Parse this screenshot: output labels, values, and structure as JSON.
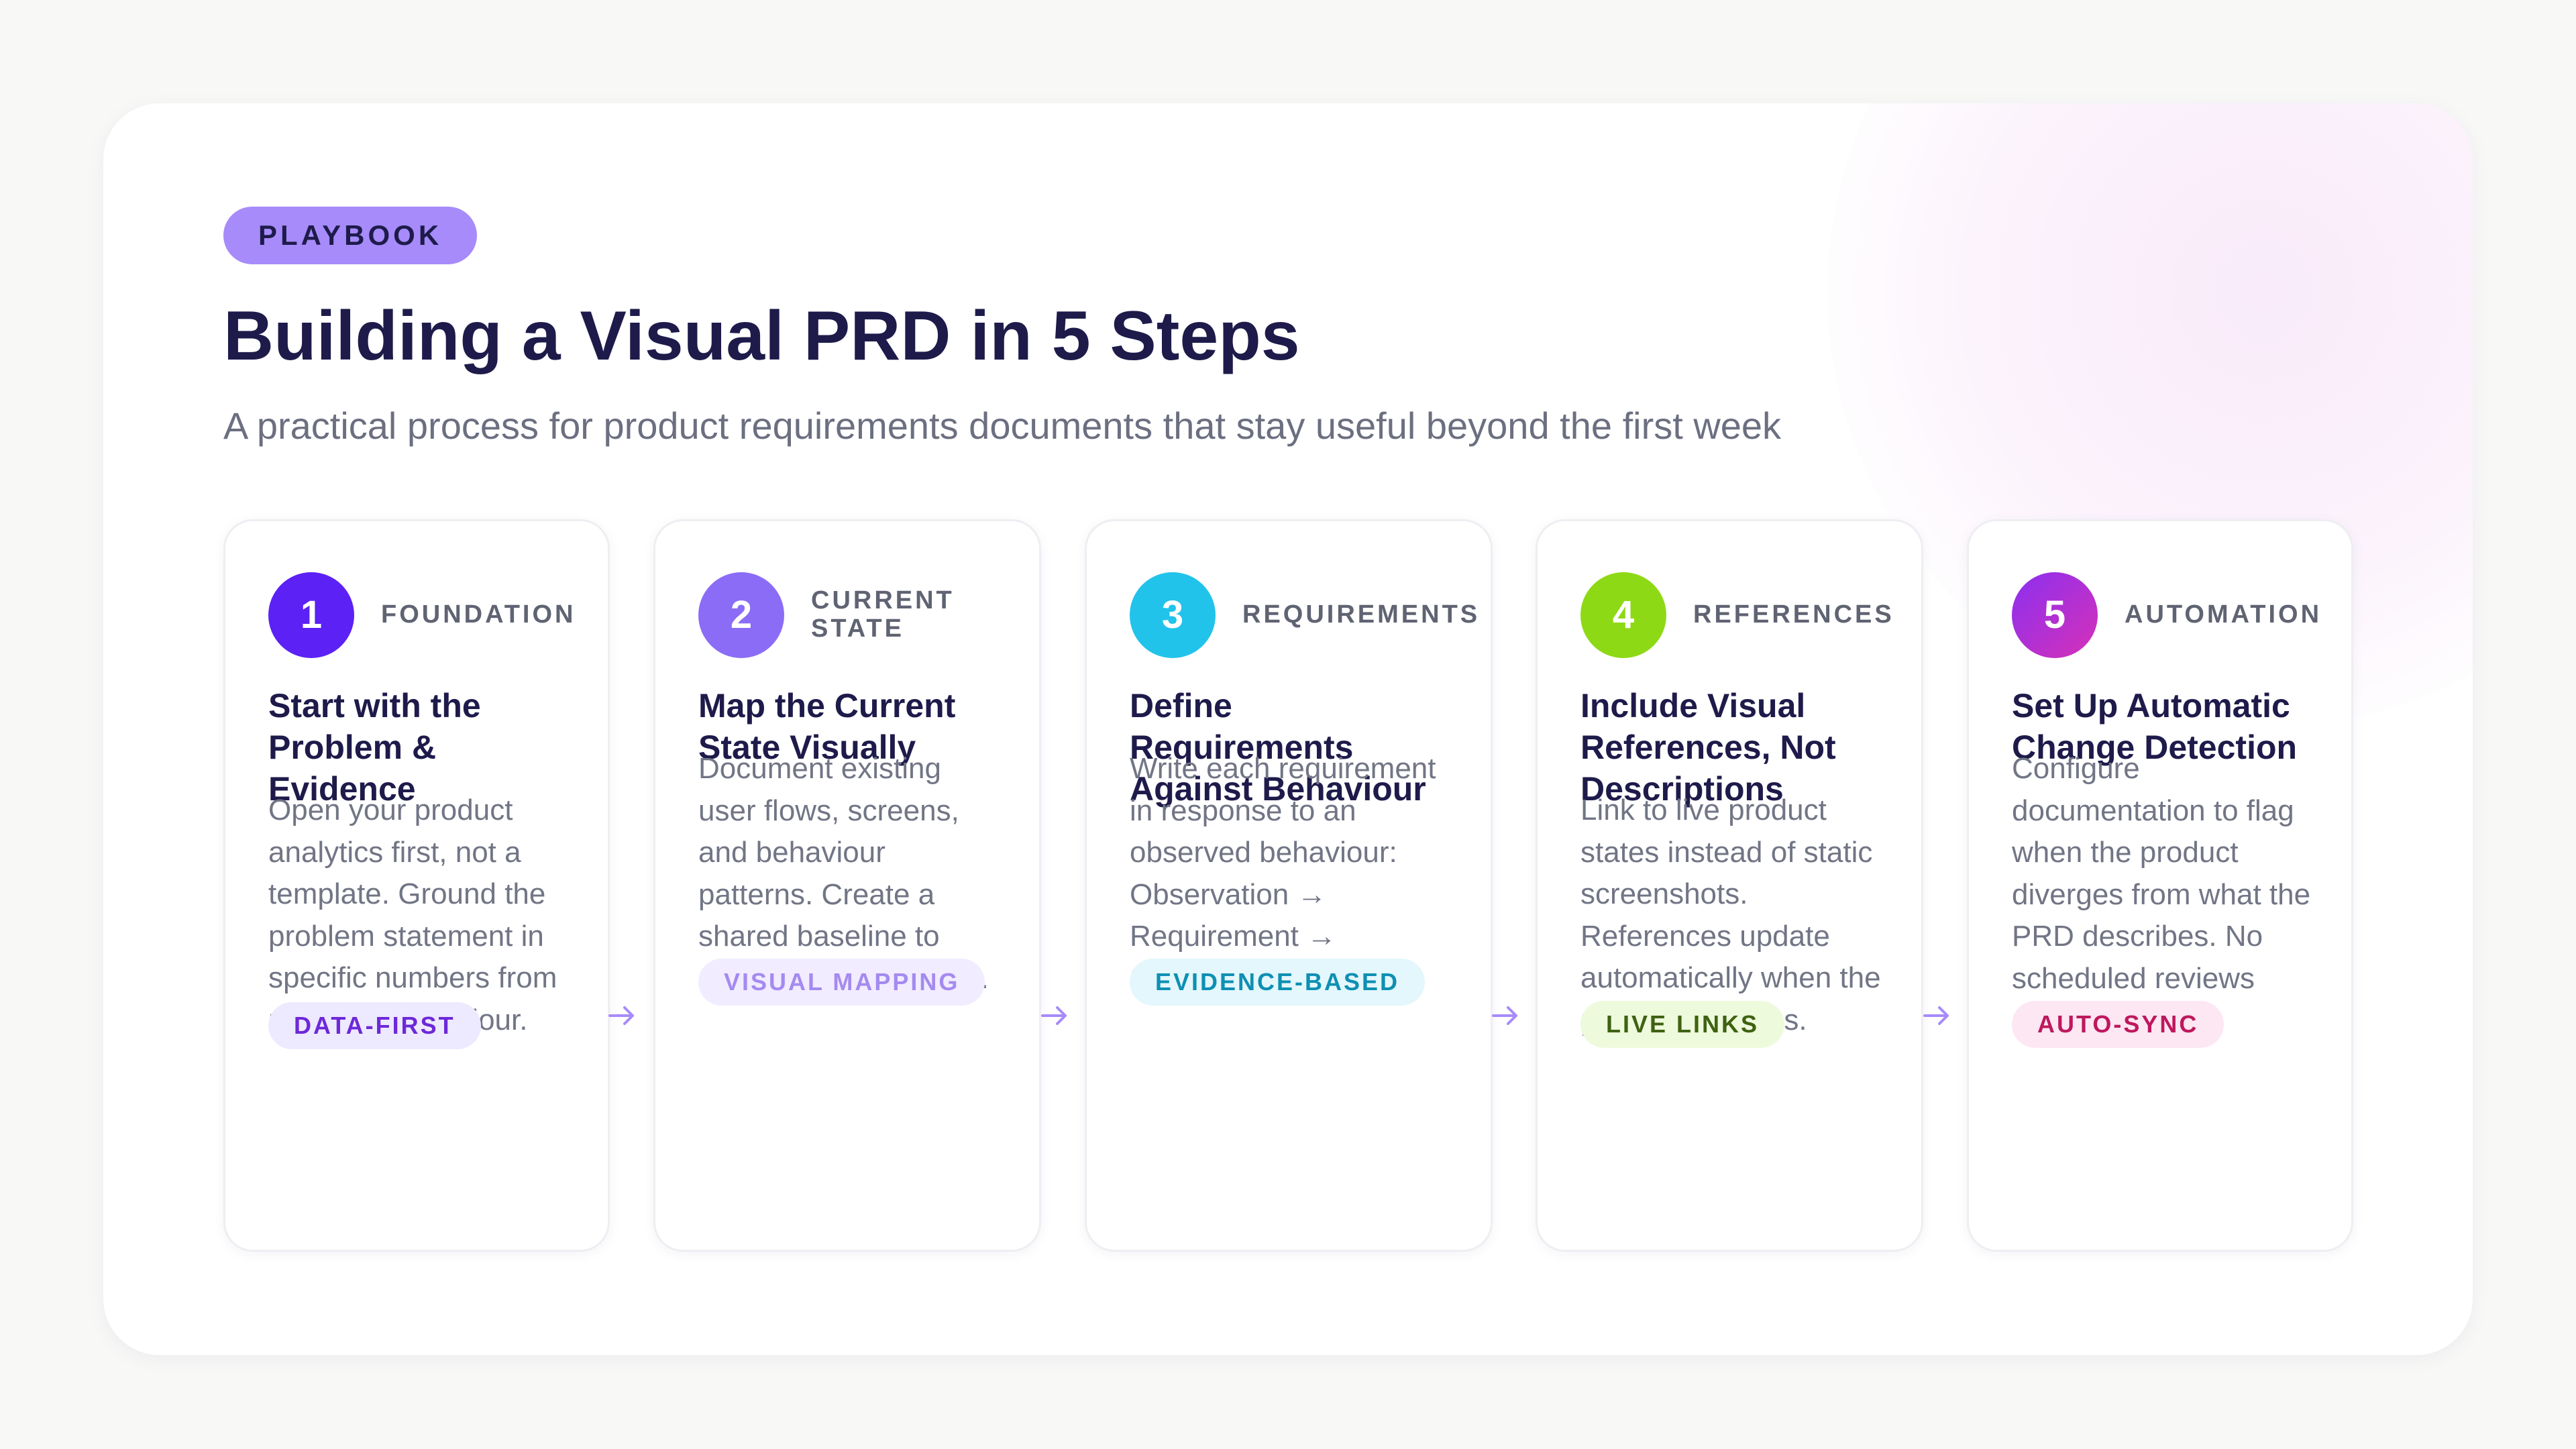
{
  "badge": "PLAYBOOK",
  "title": "Building a Visual PRD in 5 Steps",
  "subtitle": "A practical process for product requirements documents that stay useful beyond the first week",
  "colors": {
    "title": "#1e1b4b",
    "badge_bg": "#a78bfa",
    "arrow": "#a78bfa"
  },
  "steps": [
    {
      "number": "1",
      "label": "FOUNDATION",
      "title": "Start with the Problem & Evidence",
      "description": "Open your product analytics first, not a template. Ground the problem statement in specific numbers from real user behaviour.",
      "tag": "DATA-FIRST",
      "color": "#5b21f5",
      "tag_bg": "#ede9fe",
      "tag_color": "#6d28d9"
    },
    {
      "number": "2",
      "label": "CURRENT STATE",
      "title": "Map the Current State Visually",
      "description": "Document existing user flows, screens, and behaviour patterns. Create a shared baseline to measure against later.",
      "tag": "VISUAL MAPPING",
      "color": "#8b6cf6",
      "tag_bg": "#f1ecff",
      "tag_color": "#a58af0"
    },
    {
      "number": "3",
      "label": "REQUIREMENTS",
      "title": "Define Requirements Against Behaviour",
      "description": "Write each requirement in response to an observed behaviour: Observation → Requirement → Success Metric.",
      "tag": "EVIDENCE-BASED",
      "color": "#22c3ea",
      "tag_bg": "#e3f7fc",
      "tag_color": "#0e8fb3"
    },
    {
      "number": "4",
      "label": "REFERENCES",
      "title": "Include Visual References, Not Descriptions",
      "description": "Link to live product states instead of static screenshots. References update automatically when the product changes.",
      "tag": "LIVE LINKS",
      "color": "#8ed916",
      "tag_bg": "#eefadc",
      "tag_color": "#3f6212"
    },
    {
      "number": "5",
      "label": "AUTOMATION",
      "title": "Set Up Automatic Change Detection",
      "description": "Configure documentation to flag when the product diverges from what the PRD describes. No scheduled reviews needed.",
      "tag": "AUTO-SYNC",
      "color": "#b62fd6",
      "tag_bg": "#fce7f3",
      "tag_color": "#be185d"
    }
  ]
}
